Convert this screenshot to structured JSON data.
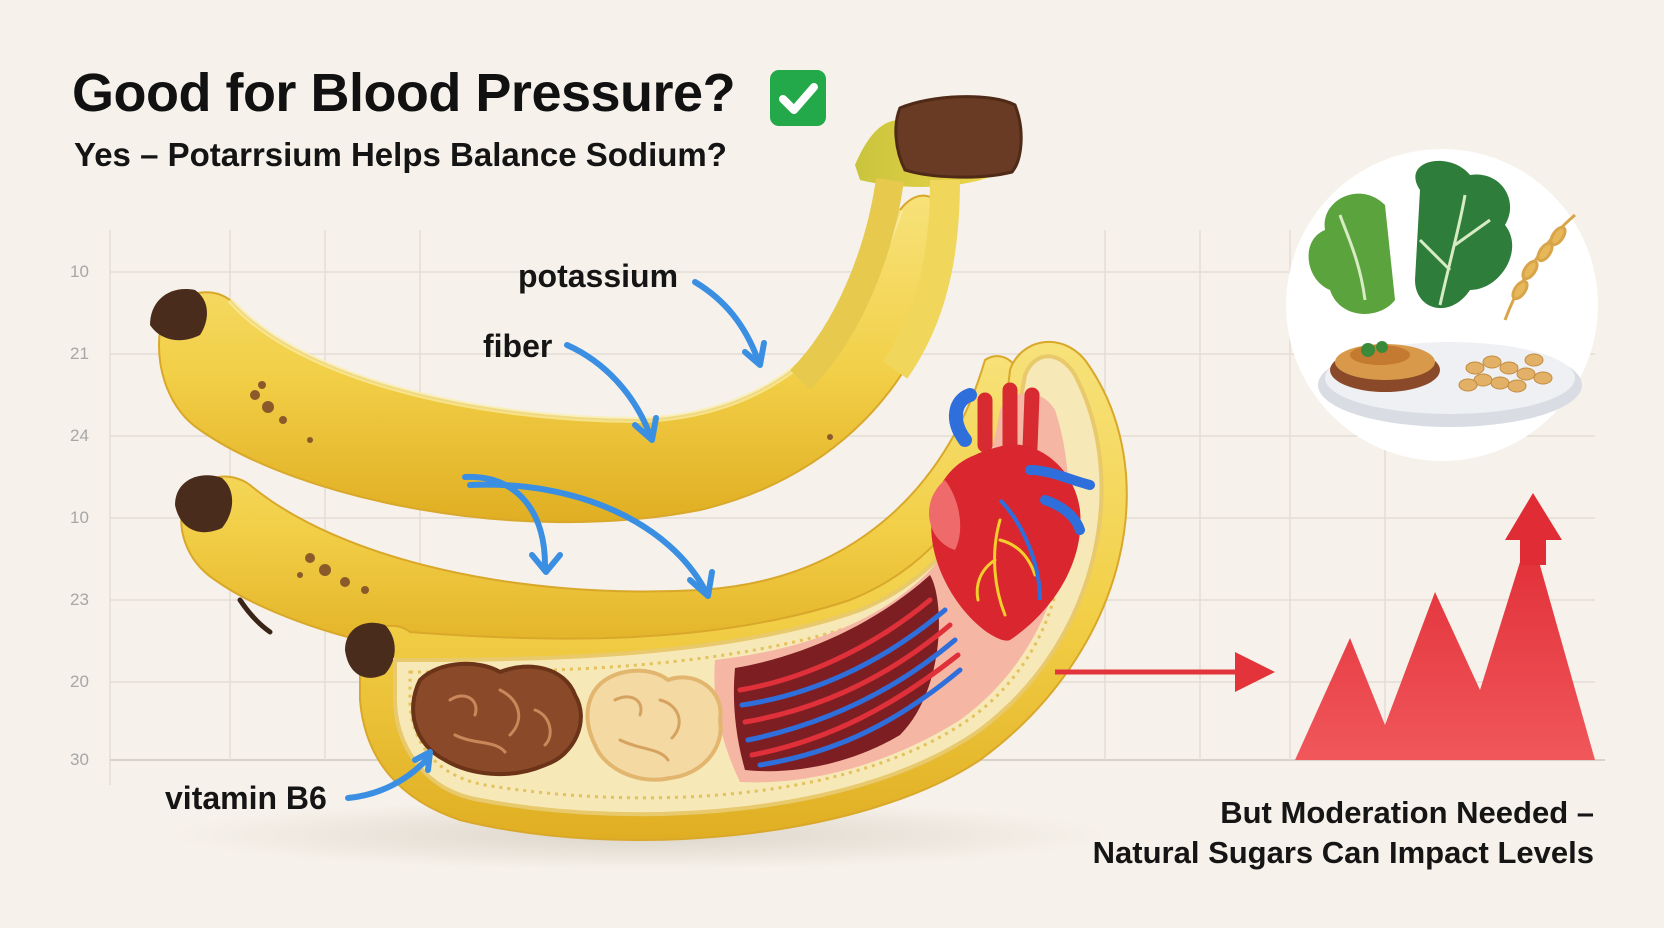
{
  "header": {
    "title": "Good for Blood Pressure?",
    "subtitle": "Yes – Potarrsium Helps Balance Sodium?"
  },
  "axis": {
    "ticks": [
      "10",
      "21",
      "24",
      "10",
      "23",
      "20",
      "30"
    ]
  },
  "labels": {
    "potassium": "potassium",
    "fiber": "fiber",
    "vitamin_b6": "vitamin B6"
  },
  "caution": {
    "line1": "But Moderation Needed –",
    "line2": "Natural Sugars Can Impact Levels"
  },
  "icons": {
    "check": "check-icon",
    "arrow_color": "#3b8fe3",
    "trend_color": "#e3343b"
  }
}
